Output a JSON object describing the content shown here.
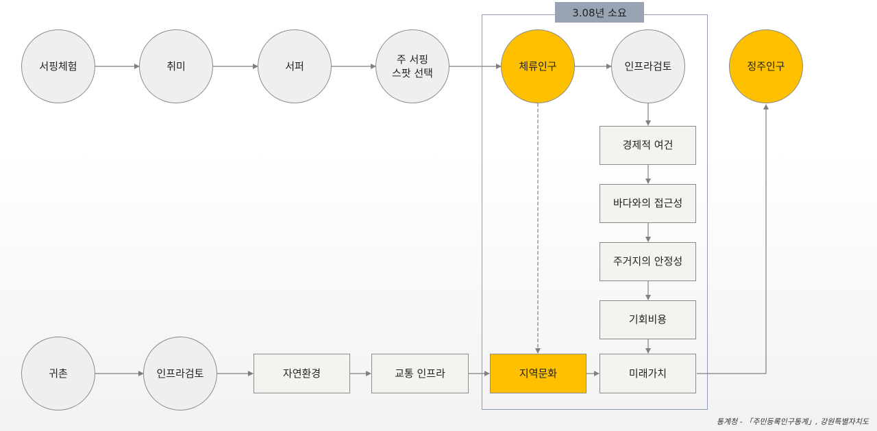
{
  "duration_label": "3.08년 소요",
  "nodes": {
    "surf_experience": "서핑체험",
    "hobby": "취미",
    "surfer": "서퍼",
    "spot_select": "주 서핑\n스팟 선택",
    "stay_population": "체류인구",
    "infra_review_top": "인프라검토",
    "settle_population": "정주인구",
    "economic_conditions": "경제적 여건",
    "sea_access": "바다와의 접근성",
    "housing_stability": "주거지의 안정성",
    "opportunity_cost": "기회비용",
    "future_value": "미래가치",
    "return_farm": "귀촌",
    "infra_review_bottom": "인프라검토",
    "nature_env": "자연환경",
    "transport_infra": "교통 인프라",
    "local_culture": "지역문화"
  },
  "source_note": "통계청 - 「주민등록인구통계」, 강원특별자치도",
  "colors": {
    "highlight": "#ffc000",
    "node_fill": "#efefef",
    "box_fill": "#f3f3ef",
    "edge": "#7f7f7f",
    "group_border": "#8d9bb0",
    "duration_fill": "#98a3b3"
  }
}
